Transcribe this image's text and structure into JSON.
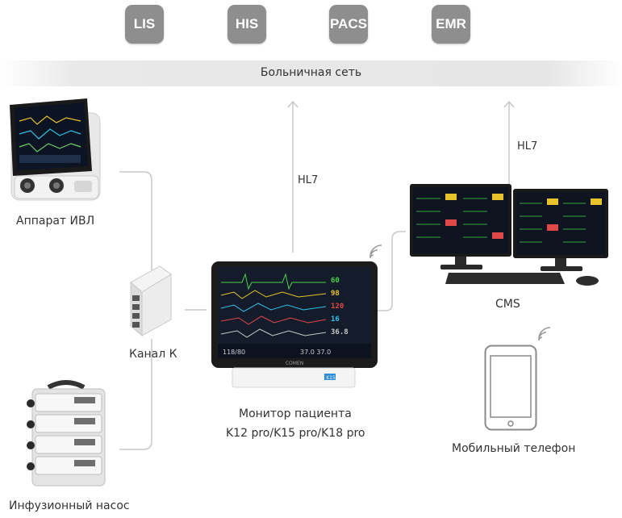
{
  "systems": [
    {
      "label": "LIS"
    },
    {
      "label": "HIS"
    },
    {
      "label": "PACS"
    },
    {
      "label": "EMR"
    }
  ],
  "network": {
    "label": "Больничная сеть"
  },
  "protocols": {
    "left": "HL7",
    "right": "HL7"
  },
  "devices": {
    "ventilator": {
      "label": "Аппарат ИВЛ"
    },
    "channel": {
      "label": "Канал К"
    },
    "pump": {
      "label": "Инфузионный насос"
    },
    "monitor": {
      "label": "Монитор пациента",
      "models": "K12 pro/K15 pro/K18 pro",
      "brand": "COMEN",
      "badge": "K15"
    },
    "cms": {
      "label": "CMS"
    },
    "phone": {
      "label": "Мобильный телефон"
    }
  },
  "colors": {
    "badge": "#8e8e8e",
    "line": "#c8c8c8",
    "screen": "#141c2c"
  }
}
